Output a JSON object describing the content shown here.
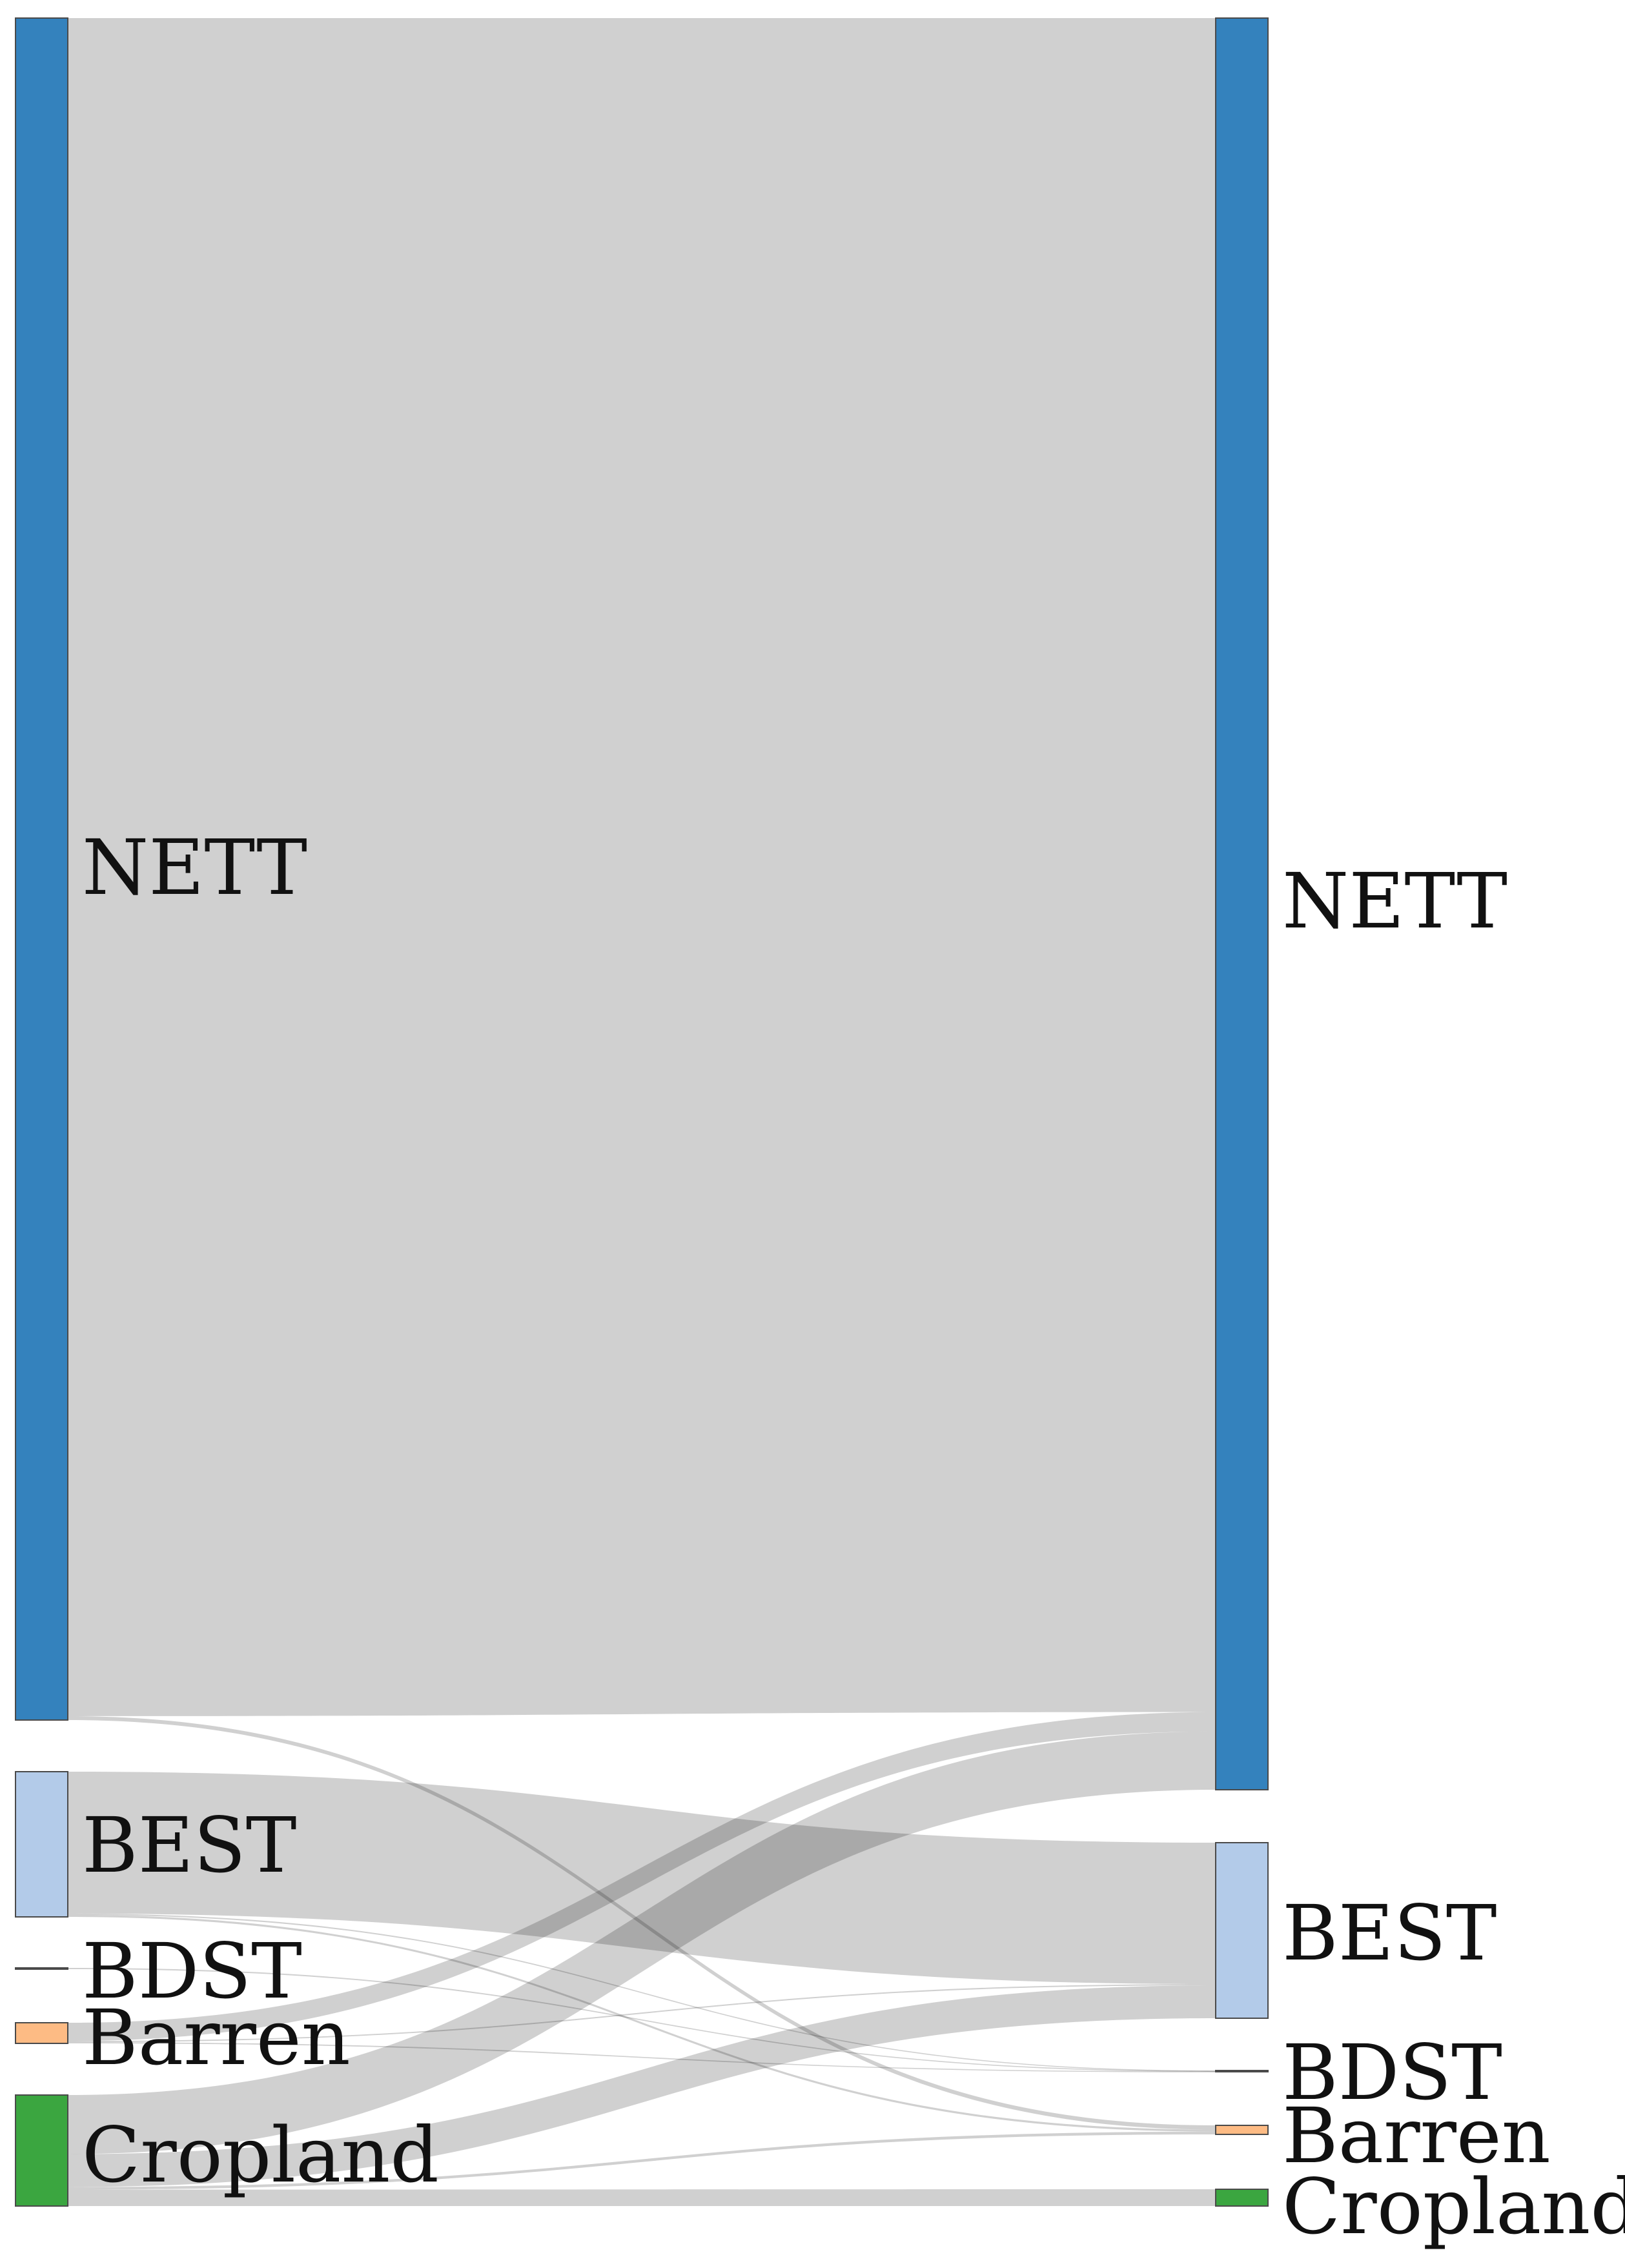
{
  "chart_data": {
    "type": "sankey",
    "colors": {
      "NETT": "#3482bd",
      "BEST": "#b3cbe9",
      "BDST": "#9c4a14",
      "Barren": "#fdbb84",
      "Cropland": "#3ba640",
      "link": "#c8c8c8"
    },
    "source_nodes": [
      {
        "id": "NETT",
        "label": "NETT"
      },
      {
        "id": "BEST",
        "label": "BEST"
      },
      {
        "id": "BDST",
        "label": "BDST"
      },
      {
        "id": "Barren",
        "label": "Barren"
      },
      {
        "id": "Cropland",
        "label": "Cropland"
      }
    ],
    "target_nodes": [
      {
        "id": "NETT",
        "label": "NETT"
      },
      {
        "id": "BEST",
        "label": "BEST"
      },
      {
        "id": "BDST",
        "label": "BDST"
      },
      {
        "id": "Barren",
        "label": "Barren"
      },
      {
        "id": "Cropland",
        "label": "Cropland"
      }
    ],
    "links": [
      {
        "source": "NETT",
        "target": "NETT",
        "value": 2617
      },
      {
        "source": "NETT",
        "target": "Barren",
        "value": 6
      },
      {
        "source": "BEST",
        "target": "BEST",
        "value": 215
      },
      {
        "source": "BEST",
        "target": "BDST",
        "value": 2
      },
      {
        "source": "BEST",
        "target": "Barren",
        "value": 3
      },
      {
        "source": "BDST",
        "target": "BDST",
        "value": 3
      },
      {
        "source": "Barren",
        "target": "NETT",
        "value": 30
      },
      {
        "source": "Barren",
        "target": "BEST",
        "value": 2
      },
      {
        "source": "Barren",
        "target": "BDST",
        "value": 2
      },
      {
        "source": "Cropland",
        "target": "NETT",
        "value": 90
      },
      {
        "source": "Cropland",
        "target": "BEST",
        "value": 50
      },
      {
        "source": "Cropland",
        "target": "Barren",
        "value": 4
      },
      {
        "source": "Cropland",
        "target": "Cropland",
        "value": 25
      }
    ]
  }
}
